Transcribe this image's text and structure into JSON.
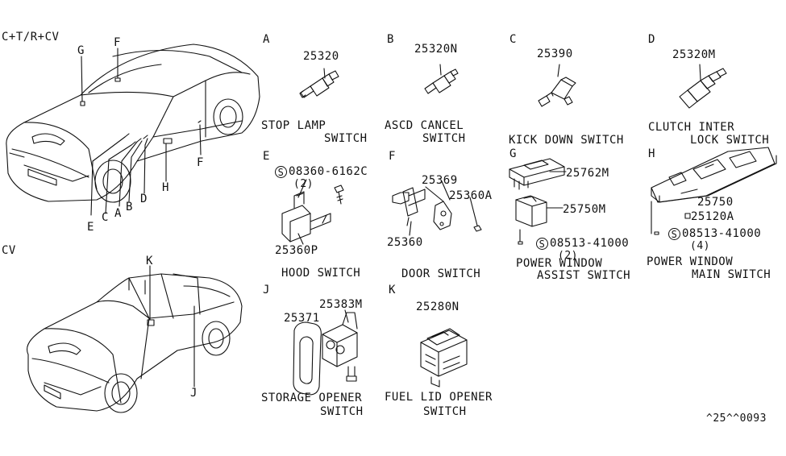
{
  "variants": {
    "top": "C+T/R+CV",
    "bottom": "CV"
  },
  "car_callouts": [
    "G",
    "F",
    "E",
    "C",
    "A",
    "B",
    "D",
    "H",
    "F",
    "K",
    "J"
  ],
  "sections": [
    {
      "id": "A",
      "parts": [
        "25320"
      ],
      "name": [
        "STOP LAMP",
        "SWITCH"
      ]
    },
    {
      "id": "B",
      "parts": [
        "25320N"
      ],
      "name": [
        "ASCD CANCEL",
        "SWITCH"
      ]
    },
    {
      "id": "C",
      "parts": [
        "25390"
      ],
      "name": [
        "KICK DOWN SWITCH"
      ]
    },
    {
      "id": "D",
      "parts": [
        "25320M"
      ],
      "name": [
        "CLUTCH INTER",
        "LOCK SWITCH"
      ]
    },
    {
      "id": "E",
      "parts": [
        "08360-6162C",
        "(2)",
        "25360P"
      ],
      "name": [
        "HOOD SWITCH"
      ]
    },
    {
      "id": "F",
      "parts": [
        "25369",
        "25360A",
        "25360"
      ],
      "name": [
        "DOOR SWITCH"
      ]
    },
    {
      "id": "G",
      "parts": [
        "25762M",
        "25750M",
        "08513-41000",
        "(2)"
      ],
      "name": [
        "POWER WINDOW",
        "ASSIST SWITCH"
      ]
    },
    {
      "id": "H",
      "parts": [
        "25750",
        "25120A",
        "08513-41000",
        "(4)"
      ],
      "name": [
        "POWER WINDOW",
        "MAIN SWITCH"
      ]
    },
    {
      "id": "J",
      "parts": [
        "25383M",
        "25371"
      ],
      "name": [
        "STORAGE OPENER",
        "SWITCH"
      ]
    },
    {
      "id": "K",
      "parts": [
        "25280N"
      ],
      "name": [
        "FUEL LID OPENER",
        "SWITCH"
      ]
    }
  ],
  "screw_symbol": "S",
  "ref_code": "^25^^0093"
}
